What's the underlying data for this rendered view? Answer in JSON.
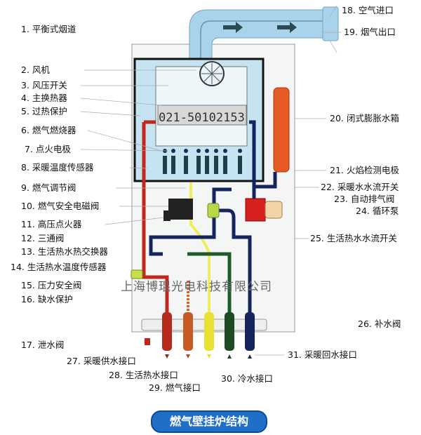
{
  "title": "燃气壁挂炉结构",
  "phone": "021-50102153",
  "watermark": "上海博琨光电科技有限公司",
  "labels": [
    "1. 平衡式烟道",
    "2. 风机",
    "3. 风压开关",
    "4. 主换热器",
    "5. 过热保护",
    "6. 燃气燃烧器",
    "7. 点火电极",
    "8. 采暖温度传感器",
    "9. 燃气调节阀",
    "10. 燃气安全电磁阀",
    "11. 高压点火器",
    "12. 三通阀",
    "13. 生活热水热交换器",
    "14. 生活热水温度传感器",
    "15. 压力安全阀",
    "16. 缺水保护",
    "17. 泄水阀",
    "18. 空气进口",
    "19. 烟气出口",
    "20. 闭式膨胀水箱",
    "21. 火焰检测电极",
    "22. 采暖水水流开关",
    "23. 自动排气阀",
    "24. 循环泵",
    "25. 生活热水水流开关",
    "26. 补水阀",
    "27. 采暖供水接口",
    "28. 生活热水接口",
    "29. 燃气接口",
    "30. 冷水接口",
    "31. 采暖回水接口"
  ],
  "colors": {
    "heating_supply": "#c0281e",
    "hot_water": "#d9622a",
    "gas": "#f0ea3a",
    "cold_water": "#1e5a2a",
    "return": "#14245e",
    "flue": "#a9d3ea",
    "banner": "#1f6fc9"
  }
}
